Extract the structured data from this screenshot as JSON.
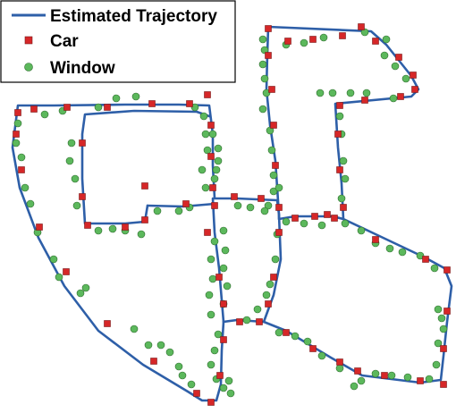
{
  "chart_data": {
    "type": "scatter",
    "title": "",
    "xlabel": "",
    "ylabel": "",
    "axes_visible": false,
    "legend": {
      "placement": "top-left",
      "entries": [
        {
          "label": "Estimated Trajectory",
          "marker": "line",
          "color": "#2e5fa8"
        },
        {
          "label": "Car",
          "marker": "square",
          "color": "#d62728"
        },
        {
          "label": "Window",
          "marker": "circle",
          "color": "#5cb85c"
        }
      ]
    },
    "series": [
      {
        "name": "Estimated Trajectory",
        "kind": "line",
        "color": "#2e5fa8",
        "paths": [
          [
            [
              300,
              30
            ],
            [
              415,
              35
            ],
            [
              432,
              50
            ],
            [
              460,
              85
            ],
            [
              468,
              100
            ],
            [
              460,
              108
            ],
            [
              375,
              116
            ],
            [
              378,
              165
            ],
            [
              382,
              205
            ],
            [
              384,
              245
            ],
            [
              420,
              262
            ],
            [
              475,
              288
            ],
            [
              497,
              300
            ],
            [
              505,
              320
            ],
            [
              500,
              360
            ],
            [
              496,
              398
            ],
            [
              493,
              425
            ],
            [
              470,
              428
            ],
            [
              405,
              420
            ],
            [
              370,
              400
            ],
            [
              320,
              370
            ],
            [
              295,
              360
            ],
            [
              265,
              358
            ],
            [
              250,
              360
            ]
          ],
          [
            [
              250,
              360
            ],
            [
              248,
              392
            ],
            [
              247,
              430
            ],
            [
              242,
              448
            ],
            [
              226,
              448
            ],
            [
              210,
              438
            ],
            [
              160,
              408
            ],
            [
              110,
              370
            ],
            [
              72,
              320
            ],
            [
              43,
              266
            ],
            [
              22,
              210
            ],
            [
              14,
              165
            ],
            [
              20,
              118
            ],
            [
              60,
              118
            ],
            [
              140,
              117
            ],
            [
              200,
              117
            ],
            [
              234,
              118
            ],
            [
              238,
              150
            ],
            [
              238,
              185
            ],
            [
              240,
              222
            ],
            [
              265,
              222
            ],
            [
              310,
              224
            ],
            [
              312,
              240
            ],
            [
              312,
              245
            ],
            [
              330,
              242
            ],
            [
              372,
              242
            ],
            [
              384,
              245
            ]
          ],
          [
            [
              300,
              30
            ],
            [
              299,
              60
            ],
            [
              298,
              100
            ],
            [
              302,
              140
            ],
            [
              308,
              180
            ],
            [
              312,
              240
            ],
            [
              314,
              290
            ],
            [
              306,
              330
            ],
            [
              295,
              360
            ]
          ],
          [
            [
              238,
              222
            ],
            [
              240,
              260
            ],
            [
              245,
              300
            ],
            [
              250,
              360
            ]
          ],
          [
            [
              165,
              230
            ],
            [
              162,
              248
            ],
            [
              140,
              250
            ],
            [
              95,
              250
            ],
            [
              92,
              200
            ],
            [
              92,
              150
            ],
            [
              95,
              128
            ],
            [
              150,
              124
            ],
            [
              220,
              125
            ],
            [
              234,
              130
            ]
          ],
          [
            [
              165,
              230
            ],
            [
              205,
              231
            ],
            [
              240,
              228
            ]
          ]
        ]
      },
      {
        "name": "Car",
        "kind": "scatter",
        "marker": "square",
        "color": "#d62728",
        "points": [
          [
            300,
            32
          ],
          [
            322,
            46
          ],
          [
            350,
            44
          ],
          [
            383,
            40
          ],
          [
            404,
            30
          ],
          [
            420,
            46
          ],
          [
            446,
            64
          ],
          [
            462,
            84
          ],
          [
            464,
            100
          ],
          [
            448,
            108
          ],
          [
            408,
            112
          ],
          [
            380,
            118
          ],
          [
            378,
            150
          ],
          [
            380,
            190
          ],
          [
            384,
            232
          ],
          [
            420,
            268
          ],
          [
            476,
            290
          ],
          [
            500,
            302
          ],
          [
            500,
            348
          ],
          [
            496,
            390
          ],
          [
            496,
            430
          ],
          [
            470,
            426
          ],
          [
            430,
            420
          ],
          [
            400,
            415
          ],
          [
            380,
            405
          ],
          [
            350,
            390
          ],
          [
            320,
            372
          ],
          [
            290,
            360
          ],
          [
            268,
            360
          ],
          [
            250,
            380
          ],
          [
            246,
            420
          ],
          [
            236,
            450
          ],
          [
            220,
            440
          ],
          [
            172,
            404
          ],
          [
            120,
            362
          ],
          [
            74,
            304
          ],
          [
            44,
            254
          ],
          [
            24,
            190
          ],
          [
            18,
            150
          ],
          [
            20,
            126
          ],
          [
            38,
            122
          ],
          [
            75,
            120
          ],
          [
            120,
            120
          ],
          [
            170,
            116
          ],
          [
            212,
            116
          ],
          [
            232,
            106
          ],
          [
            236,
            140
          ],
          [
            236,
            175
          ],
          [
            238,
            210
          ],
          [
            240,
            230
          ],
          [
            262,
            220
          ],
          [
            292,
            222
          ],
          [
            312,
            232
          ],
          [
            330,
            244
          ],
          [
            352,
            242
          ],
          [
            366,
            240
          ],
          [
            374,
            244
          ],
          [
            300,
            62
          ],
          [
            304,
            100
          ],
          [
            306,
            140
          ],
          [
            308,
            185
          ],
          [
            312,
            260
          ],
          [
            306,
            310
          ],
          [
            300,
            340
          ],
          [
            92,
            160
          ],
          [
            92,
            220
          ],
          [
            98,
            252
          ],
          [
            140,
            254
          ],
          [
            162,
            208
          ],
          [
            162,
            246
          ],
          [
            208,
            228
          ],
          [
            232,
            260
          ],
          [
            245,
            310
          ],
          [
            250,
            340
          ]
        ]
      },
      {
        "name": "Window",
        "kind": "scatter",
        "marker": "circle",
        "color": "#5cb85c",
        "points": [
          [
            294,
            44
          ],
          [
            296,
            56
          ],
          [
            294,
            72
          ],
          [
            296,
            88
          ],
          [
            298,
            104
          ],
          [
            294,
            122
          ],
          [
            302,
            146
          ],
          [
            304,
            168
          ],
          [
            306,
            196
          ],
          [
            306,
            214
          ],
          [
            312,
            210
          ],
          [
            300,
            230
          ],
          [
            310,
            262
          ],
          [
            308,
            290
          ],
          [
            302,
            318
          ],
          [
            298,
            330
          ],
          [
            288,
            346
          ],
          [
            240,
            270
          ],
          [
            236,
            290
          ],
          [
            238,
            312
          ],
          [
            234,
            330
          ],
          [
            236,
            352
          ],
          [
            244,
            374
          ],
          [
            240,
            392
          ],
          [
            236,
            408
          ],
          [
            242,
            424
          ],
          [
            250,
            258
          ],
          [
            252,
            280
          ],
          [
            250,
            300
          ],
          [
            254,
            320
          ],
          [
            250,
            340
          ],
          [
            230,
            150
          ],
          [
            232,
            168
          ],
          [
            226,
            190
          ],
          [
            230,
            210
          ],
          [
            240,
            200
          ],
          [
            244,
            180
          ],
          [
            228,
            130
          ],
          [
            218,
            120
          ],
          [
            152,
            108
          ],
          [
            130,
            110
          ],
          [
            110,
            120
          ],
          [
            70,
            124
          ],
          [
            50,
            128
          ],
          [
            80,
            160
          ],
          [
            78,
            180
          ],
          [
            84,
            200
          ],
          [
            86,
            230
          ],
          [
            110,
            258
          ],
          [
            126,
            256
          ],
          [
            140,
            258
          ],
          [
            158,
            262
          ],
          [
            176,
            236
          ],
          [
            200,
            236
          ],
          [
            212,
            232
          ],
          [
            266,
            230
          ],
          [
            280,
            232
          ],
          [
            296,
            236
          ],
          [
            320,
            248
          ],
          [
            340,
            250
          ],
          [
            360,
            252
          ],
          [
            386,
            250
          ],
          [
            404,
            258
          ],
          [
            420,
            272
          ],
          [
            436,
            278
          ],
          [
            450,
            282
          ],
          [
            470,
            286
          ],
          [
            486,
            300
          ],
          [
            490,
            346
          ],
          [
            494,
            356
          ],
          [
            496,
            368
          ],
          [
            490,
            384
          ],
          [
            488,
            408
          ],
          [
            480,
            424
          ],
          [
            456,
            422
          ],
          [
            438,
            420
          ],
          [
            420,
            418
          ],
          [
            404,
            426
          ],
          [
            396,
            432
          ],
          [
            380,
            412
          ],
          [
            360,
            398
          ],
          [
            344,
            382
          ],
          [
            330,
            376
          ],
          [
            312,
            372
          ],
          [
            276,
            358
          ],
          [
            358,
            104
          ],
          [
            372,
            104
          ],
          [
            392,
            104
          ],
          [
            410,
            104
          ],
          [
            440,
            110
          ],
          [
            380,
            130
          ],
          [
            382,
            150
          ],
          [
            384,
            180
          ],
          [
            386,
            200
          ],
          [
            382,
            222
          ],
          [
            430,
            62
          ],
          [
            442,
            74
          ],
          [
            454,
            88
          ],
          [
            432,
            44
          ],
          [
            408,
            36
          ],
          [
            320,
            50
          ],
          [
            340,
            48
          ],
          [
            362,
            42
          ],
          [
            20,
            138
          ],
          [
            18,
            160
          ],
          [
            24,
            176
          ],
          [
            28,
            210
          ],
          [
            34,
            228
          ],
          [
            42,
            260
          ],
          [
            60,
            290
          ],
          [
            66,
            310
          ],
          [
            90,
            328
          ],
          [
            96,
            322
          ],
          [
            150,
            368
          ],
          [
            166,
            386
          ],
          [
            180,
            386
          ],
          [
            190,
            394
          ],
          [
            200,
            410
          ],
          [
            256,
            426
          ],
          [
            250,
            434
          ],
          [
            258,
            440
          ],
          [
            204,
            420
          ],
          [
            214,
            430
          ],
          [
            238,
            150
          ],
          [
            244,
            166
          ],
          [
            242,
            190
          ]
        ]
      }
    ]
  }
}
